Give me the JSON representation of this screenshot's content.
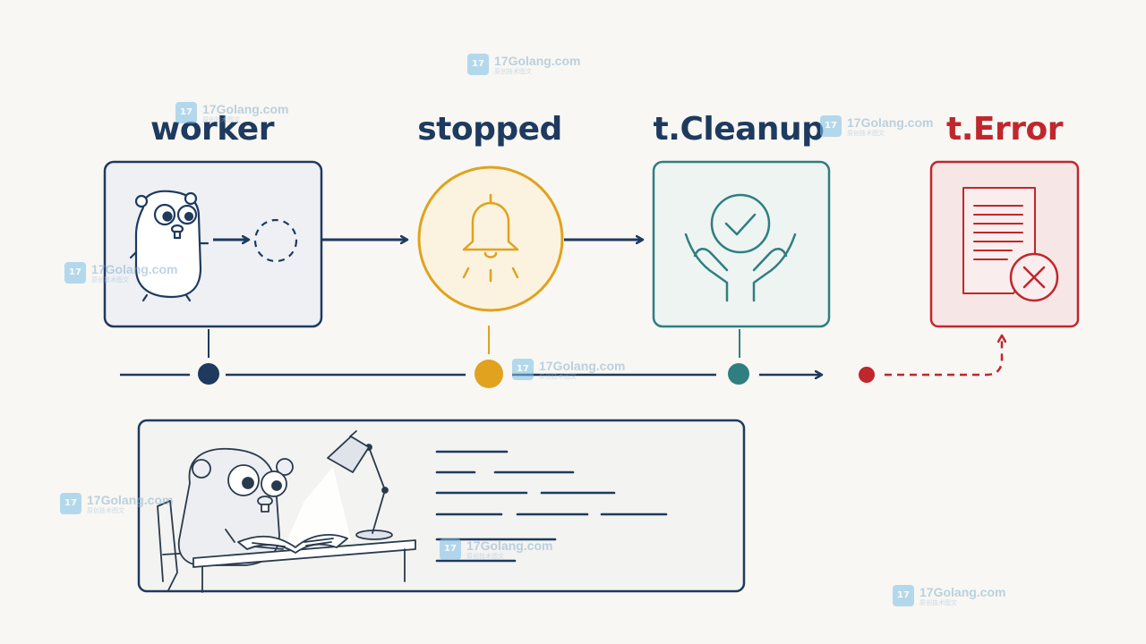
{
  "titles": {
    "worker": "worker",
    "stopped": "stopped",
    "cleanup": "t.Cleanup",
    "error": "t.Error"
  },
  "colors": {
    "navy": "#1e3a5f",
    "gold": "#e0a21f",
    "teal": "#2f7f80",
    "red": "#c0272d",
    "background": "#f8f7f3",
    "panel_fill": "#eef0f4"
  },
  "icons": {
    "worker": "gopher-mascot-icon",
    "worker_target": "dashed-circle-icon",
    "stopped": "bell-icon",
    "cleanup": "hands-checkmark-icon",
    "error": "document-x-icon",
    "bottom": "gopher-reading-at-desk-illustration"
  },
  "watermark": {
    "icon_text": "17",
    "text": "17Golang.com",
    "subtext": "原创技术图文"
  }
}
